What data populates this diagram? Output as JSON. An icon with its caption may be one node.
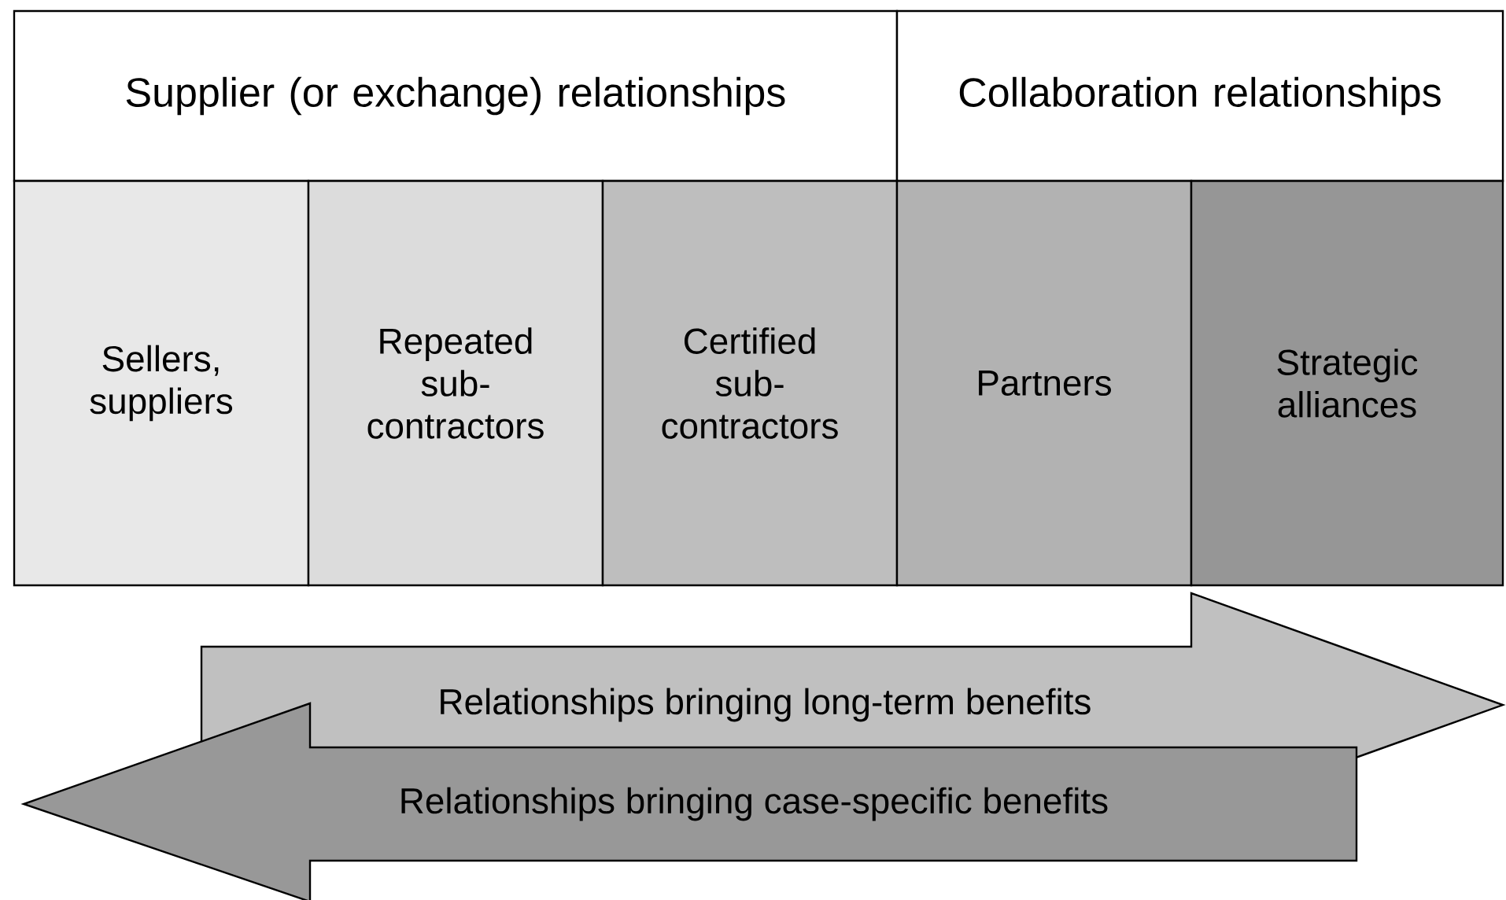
{
  "diagram": {
    "nodes": [
      {
        "text": [
          "Supplier (or exchange) relationships"
        ]
      },
      {
        "text": [
          "Collaboration relationships"
        ]
      },
      {
        "text": [
          "Sellers, suppliers"
        ]
      },
      {
        "text": [
          "Repeated sub- contractors"
        ]
      },
      {
        "text": [
          "Certified sub- contractors"
        ]
      },
      {
        "text": [
          "Partners"
        ]
      },
      {
        "text": [
          "Strategic alliances"
        ]
      },
      {
        "text": [
          "Relationships bringing long-term benefits"
        ]
      },
      {
        "text": [
          "Relationships bringing case-specific benefits"
        ]
      }
    ]
  }
}
